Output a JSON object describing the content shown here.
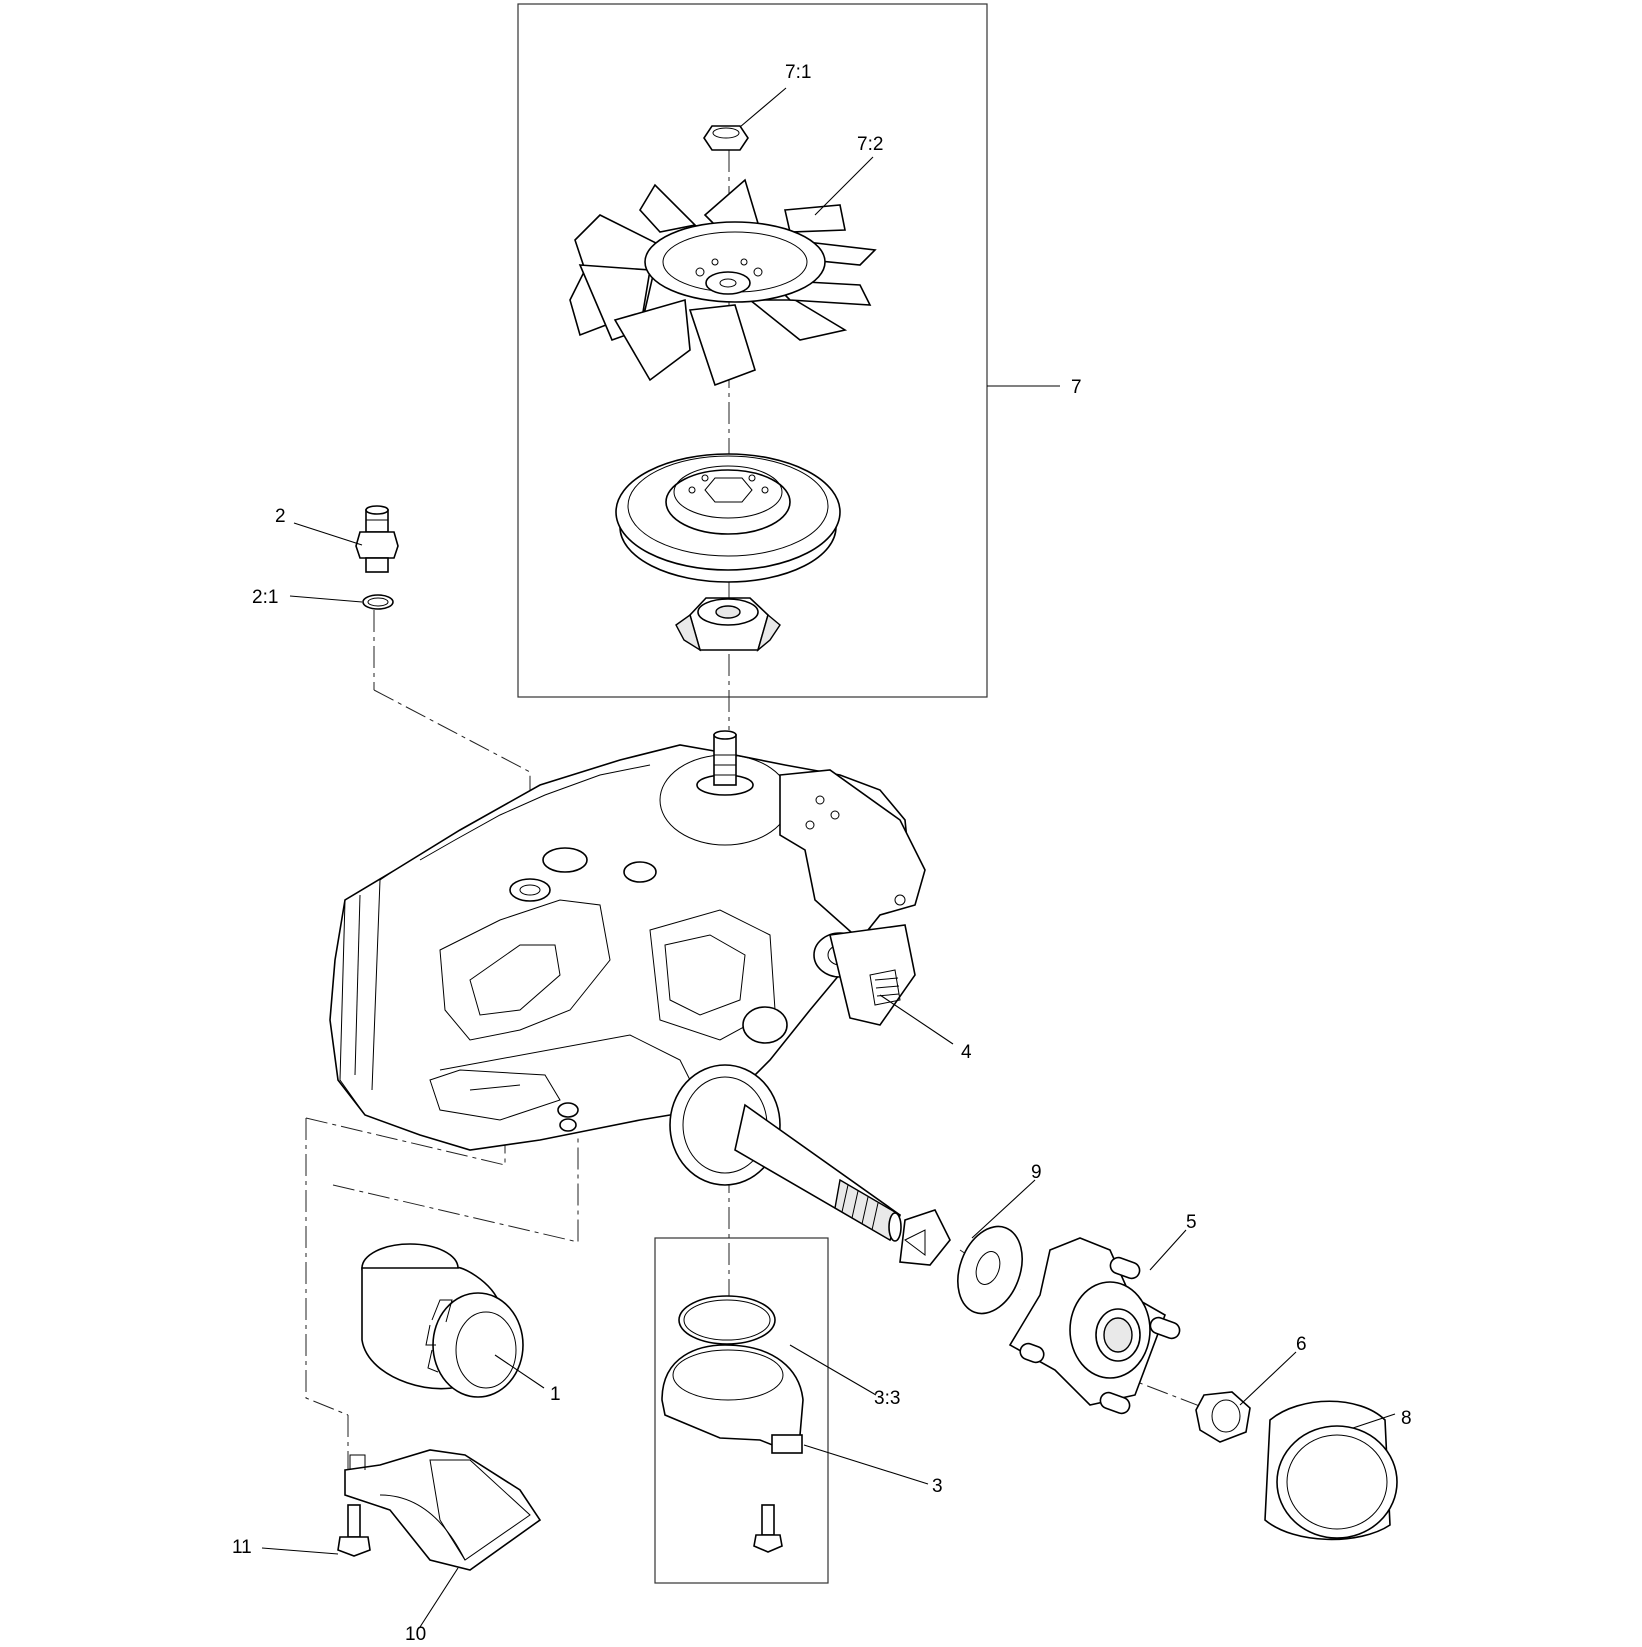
{
  "callouts": {
    "c7_1": "7:1",
    "c7_2": "7:2",
    "c7": "7",
    "c2": "2",
    "c2_1": "2:1",
    "c4": "4",
    "c9": "9",
    "c5": "5",
    "c6": "6",
    "c8": "8",
    "c1": "1",
    "c3_3": "3:3",
    "c3": "3",
    "c11": "11",
    "c10": "10"
  }
}
